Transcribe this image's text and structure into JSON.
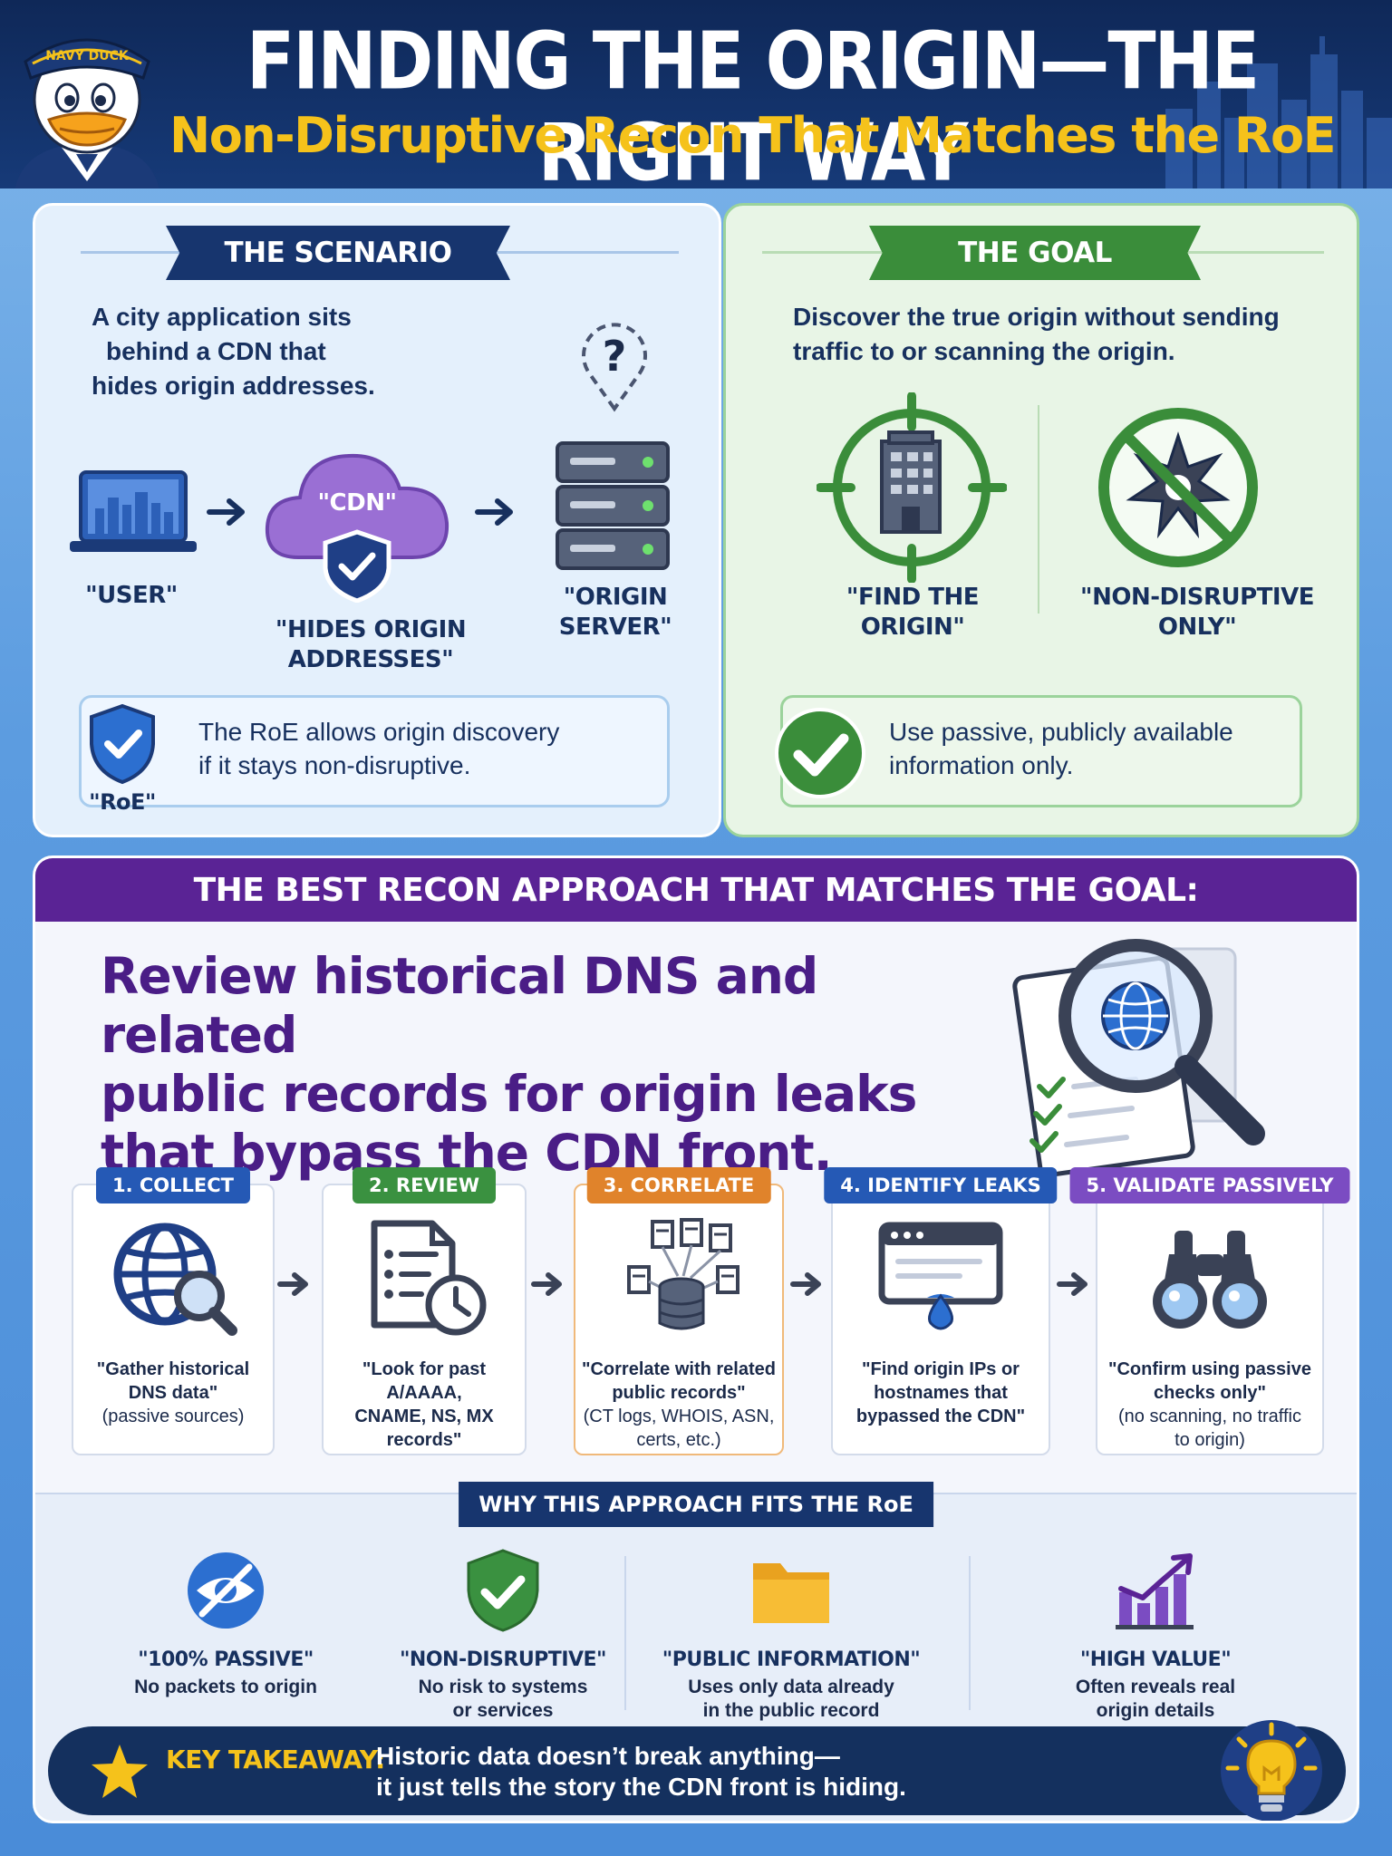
{
  "header": {
    "title": "FINDING THE ORIGIN—THE RIGHT WAY",
    "subtitle": "Non-Disruptive Recon That Matches the RoE",
    "mascot_cap": "NAVY DUCK"
  },
  "scenario": {
    "ribbon": "THE SCENARIO",
    "intro_lines": [
      "A city application sits",
      "behind a CDN that",
      "hides origin addresses."
    ],
    "user_label": "\"USER\"",
    "cdn_label": "\"CDN\"",
    "cdn_caption": [
      "\"HIDES ORIGIN",
      "ADDRESSES\""
    ],
    "origin_label": [
      "\"ORIGIN",
      "SERVER\""
    ],
    "unknown_mark": "?",
    "roe_label": "\"RoE\"",
    "roe_note": [
      "The RoE allows origin discovery",
      "if it stays non-disruptive."
    ]
  },
  "goal": {
    "ribbon": "THE GOAL",
    "intro_lines": [
      "Discover the true origin without sending",
      "traffic to or scanning the origin."
    ],
    "find_label": [
      "\"FIND THE",
      "ORIGIN\""
    ],
    "nondisruptive_label": [
      "\"NON-DISRUPTIVE",
      "ONLY\""
    ],
    "note": [
      "Use passive, publicly available",
      "information only."
    ]
  },
  "recon": {
    "header": "THE BEST RECON APPROACH THAT MATCHES THE GOAL:",
    "headline_lines": [
      "Review historical DNS and related",
      "public records for origin leaks",
      "that bypass the CDN front."
    ],
    "steps": [
      {
        "tag": "1. COLLECT",
        "color": "#2559b5",
        "bold": [
          "\"Gather historical",
          "DNS data\""
        ],
        "sub": [
          "(passive sources)"
        ],
        "icon": "globe-search-icon"
      },
      {
        "tag": "2. REVIEW",
        "color": "#3a9140",
        "bold": [
          "\"Look for past A/AAAA,",
          "CNAME, NS, MX",
          "records\""
        ],
        "sub": [],
        "icon": "document-clock-icon"
      },
      {
        "tag": "3. CORRELATE",
        "color": "#e0832b",
        "bold": [
          "\"Correlate with related",
          "public records\""
        ],
        "sub": [
          "(CT logs, WHOIS, ASN,",
          "certs, etc.)"
        ],
        "icon": "database-documents-icon"
      },
      {
        "tag": "4. IDENTIFY LEAKS",
        "color": "#2559b5",
        "bold": [
          "\"Find origin IPs or",
          "hostnames that",
          "bypassed the CDN\""
        ],
        "sub": [],
        "icon": "browser-leak-icon"
      },
      {
        "tag": "5. VALIDATE PASSIVELY",
        "color": "#7b4cc2",
        "bold": [
          "\"Confirm using passive",
          "checks only\""
        ],
        "sub": [
          "(no scanning, no traffic",
          "to origin)"
        ],
        "icon": "binoculars-icon"
      }
    ],
    "why_tag": "WHY THIS APPROACH FITS THE RoE",
    "why": [
      {
        "title": "\"100% PASSIVE\"",
        "desc": [
          "No packets to origin"
        ],
        "icon": "eye-slash-icon"
      },
      {
        "title": "\"NON-DISRUPTIVE\"",
        "desc": [
          "No risk to systems",
          "or services"
        ],
        "icon": "shield-check-icon"
      },
      {
        "title": "\"PUBLIC INFORMATION\"",
        "desc": [
          "Uses only data already",
          "in the public record"
        ],
        "icon": "folder-icon"
      },
      {
        "title": "\"HIGH VALUE\"",
        "desc": [
          "Often reveals real",
          "origin details"
        ],
        "icon": "chart-up-icon"
      }
    ],
    "takeaway_label": "KEY TAKEAWAY:",
    "takeaway_lines": [
      "Historic data doesn’t break anything—",
      "it just tells the story the CDN front is hiding."
    ]
  },
  "colors": {
    "navy": "#14305e",
    "purple": "#5a2395",
    "green": "#3a8d3a",
    "gold": "#f5c21b"
  }
}
